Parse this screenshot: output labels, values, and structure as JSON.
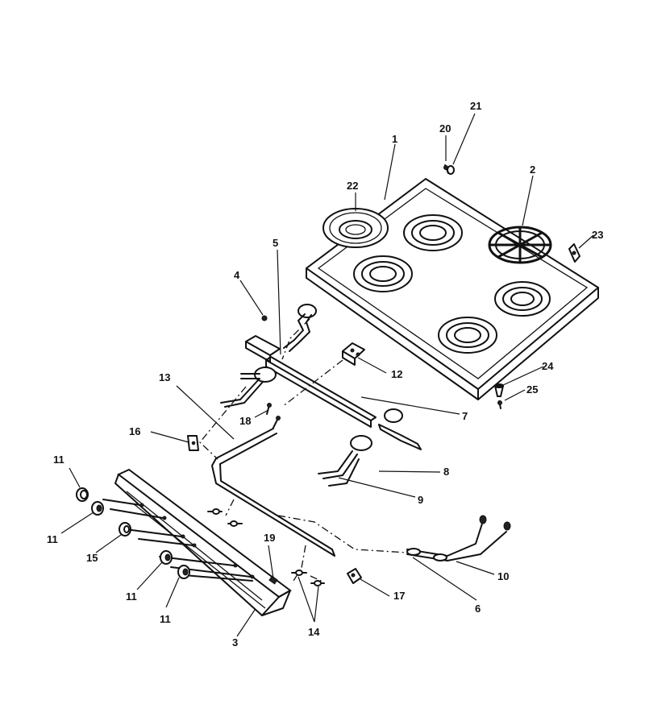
{
  "callouts": [
    {
      "id": "c1",
      "text": "1"
    },
    {
      "id": "c2",
      "text": "2"
    },
    {
      "id": "c3",
      "text": "3"
    },
    {
      "id": "c4",
      "text": "4"
    },
    {
      "id": "c5",
      "text": "5"
    },
    {
      "id": "c6",
      "text": "6"
    },
    {
      "id": "c7",
      "text": "7"
    },
    {
      "id": "c8",
      "text": "8"
    },
    {
      "id": "c9",
      "text": "9"
    },
    {
      "id": "c10",
      "text": "10"
    },
    {
      "id": "c11a",
      "text": "11"
    },
    {
      "id": "c11b",
      "text": "11"
    },
    {
      "id": "c11c",
      "text": "11"
    },
    {
      "id": "c11d",
      "text": "11"
    },
    {
      "id": "c12",
      "text": "12"
    },
    {
      "id": "c13",
      "text": "13"
    },
    {
      "id": "c14",
      "text": "14"
    },
    {
      "id": "c15",
      "text": "15"
    },
    {
      "id": "c16",
      "text": "16"
    },
    {
      "id": "c17",
      "text": "17"
    },
    {
      "id": "c18",
      "text": "18"
    },
    {
      "id": "c19",
      "text": "19"
    },
    {
      "id": "c20",
      "text": "20"
    },
    {
      "id": "c21",
      "text": "21"
    },
    {
      "id": "c22",
      "text": "22"
    },
    {
      "id": "c23",
      "text": "23"
    },
    {
      "id": "c24",
      "text": "24"
    },
    {
      "id": "c25",
      "text": "25"
    }
  ]
}
